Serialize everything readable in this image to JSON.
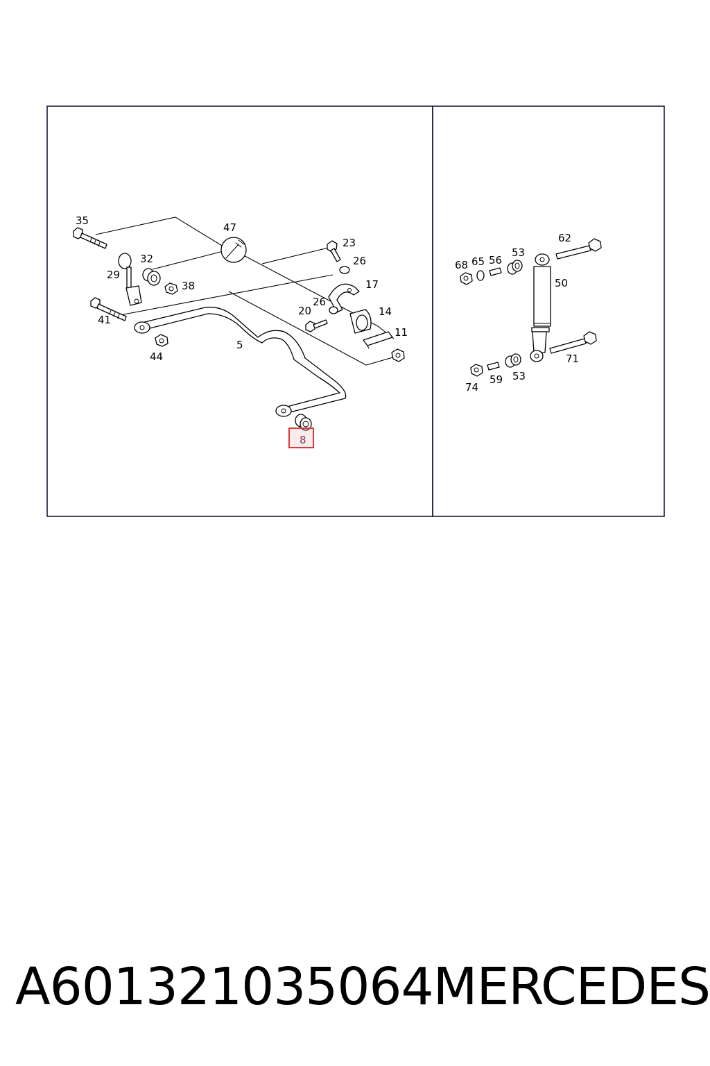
{
  "diagram": {
    "highlighted_callout": "8",
    "left_panel_callouts": [
      "35",
      "47",
      "23",
      "32",
      "26",
      "29",
      "38",
      "17",
      "41",
      "26",
      "20",
      "14",
      "11",
      "5",
      "44",
      "8"
    ],
    "right_panel_callouts": [
      "62",
      "68",
      "65",
      "56",
      "53",
      "50",
      "71",
      "74",
      "59",
      "53"
    ]
  },
  "footer": {
    "part_number": "A601321035064",
    "brand": "MERCEDES"
  },
  "colors": {
    "highlight": "#d93a3a",
    "border": "#1a1a3a"
  }
}
